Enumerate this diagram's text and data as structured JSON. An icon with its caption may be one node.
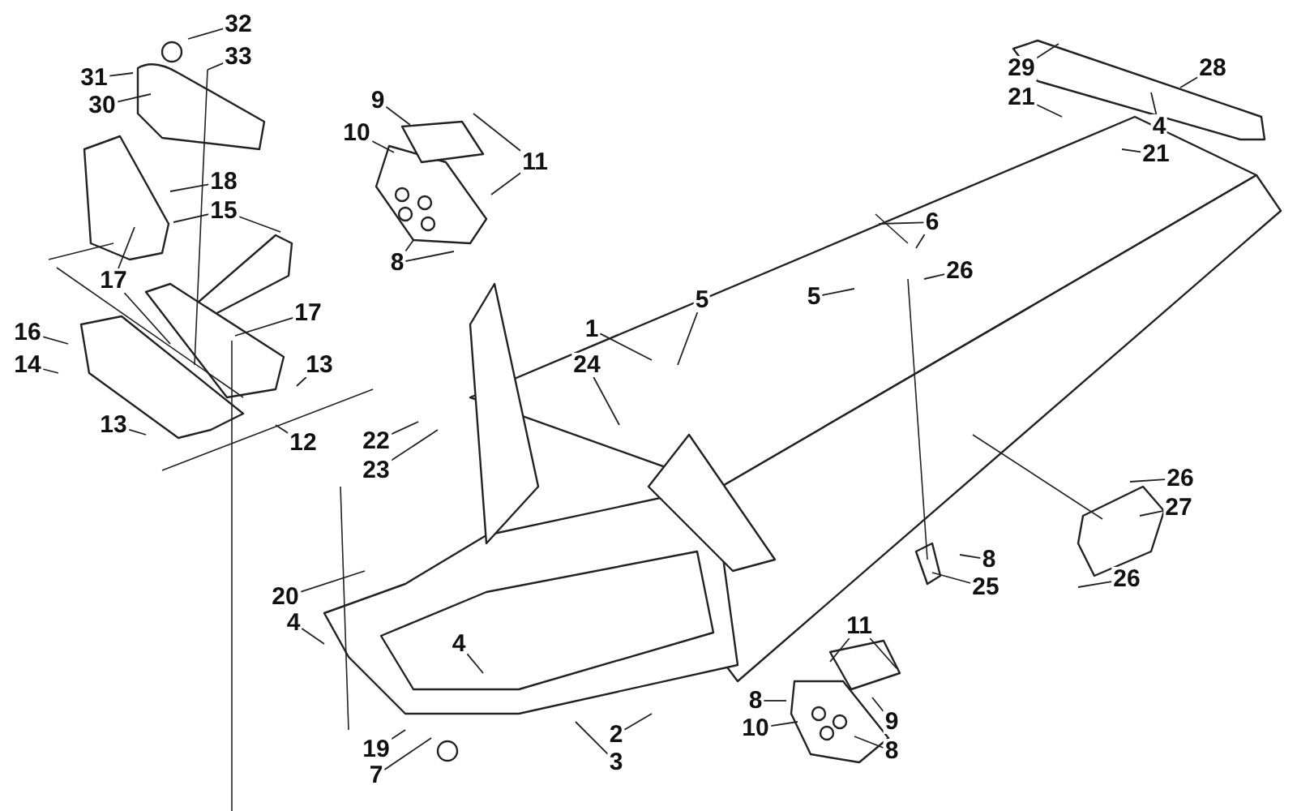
{
  "diagram": {
    "nodes": [
      {
        "text": [
          "29"
        ]
      },
      {
        "text": [
          "9"
        ]
      },
      {
        "text": [
          "28"
        ]
      },
      {
        "text": [
          "32"
        ]
      },
      {
        "text": [
          "31"
        ]
      },
      {
        "text": [
          "21"
        ]
      },
      {
        "text": [
          "33"
        ]
      },
      {
        "text": [
          "30"
        ]
      },
      {
        "text": [
          "10"
        ]
      },
      {
        "text": [
          "4"
        ]
      },
      {
        "text": [
          "21"
        ]
      },
      {
        "text": [
          "11"
        ]
      },
      {
        "text": [
          "18"
        ]
      },
      {
        "text": [
          "15"
        ]
      },
      {
        "text": [
          "6"
        ]
      },
      {
        "text": [
          "8"
        ]
      },
      {
        "text": [
          "26"
        ]
      },
      {
        "text": [
          "17"
        ]
      },
      {
        "text": [
          "5"
        ]
      },
      {
        "text": [
          "5"
        ]
      },
      {
        "text": [
          "17"
        ]
      },
      {
        "text": [
          "1"
        ]
      },
      {
        "text": [
          "16"
        ]
      },
      {
        "text": [
          "14"
        ]
      },
      {
        "text": [
          "13"
        ]
      },
      {
        "text": [
          "24"
        ]
      },
      {
        "text": [
          "13"
        ]
      },
      {
        "text": [
          "12"
        ]
      },
      {
        "text": [
          "22"
        ]
      },
      {
        "text": [
          "23"
        ]
      },
      {
        "text": [
          "26"
        ]
      },
      {
        "text": [
          "27"
        ]
      },
      {
        "text": [
          "8"
        ]
      },
      {
        "text": [
          "26"
        ]
      },
      {
        "text": [
          "25"
        ]
      },
      {
        "text": [
          "20"
        ]
      },
      {
        "text": [
          "4"
        ]
      },
      {
        "text": [
          "11"
        ]
      },
      {
        "text": [
          "4"
        ]
      },
      {
        "text": [
          "8"
        ]
      },
      {
        "text": [
          "9"
        ]
      },
      {
        "text": [
          "10"
        ]
      },
      {
        "text": [
          "2"
        ]
      },
      {
        "text": [
          "19"
        ]
      },
      {
        "text": [
          "8"
        ]
      },
      {
        "text": [
          "3"
        ]
      },
      {
        "text": [
          "7"
        ]
      }
    ],
    "edges": [
      {
        "from": 0,
        "to": null,
        "arrow": "none"
      },
      {
        "from": 1,
        "to": null,
        "arrow": "none"
      },
      {
        "from": 2,
        "to": null,
        "arrow": "none"
      },
      {
        "from": 3,
        "to": null,
        "arrow": "none"
      },
      {
        "from": 4,
        "to": null,
        "arrow": "none"
      },
      {
        "from": 5,
        "to": null,
        "arrow": "none"
      },
      {
        "from": 6,
        "to": null,
        "arrow": "none"
      },
      {
        "from": 7,
        "to": null,
        "arrow": "none"
      },
      {
        "from": 8,
        "to": null,
        "arrow": "none"
      },
      {
        "from": 9,
        "to": null,
        "arrow": "none"
      },
      {
        "from": 10,
        "to": null,
        "arrow": "none"
      },
      {
        "from": 11,
        "to": null,
        "arrow": "none"
      },
      {
        "from": 11,
        "to": null,
        "arrow": "none"
      },
      {
        "from": 12,
        "to": null,
        "arrow": "none"
      },
      {
        "from": 13,
        "to": null,
        "arrow": "none"
      },
      {
        "from": 13,
        "to": null,
        "arrow": "none"
      },
      {
        "from": 14,
        "to": null,
        "arrow": "none"
      },
      {
        "from": 14,
        "to": null,
        "arrow": "none"
      },
      {
        "from": 15,
        "to": null,
        "arrow": "none"
      },
      {
        "from": 15,
        "to": null,
        "arrow": "none"
      },
      {
        "from": 16,
        "to": null,
        "arrow": "none"
      },
      {
        "from": 17,
        "to": null,
        "arrow": "none"
      },
      {
        "from": 17,
        "to": null,
        "arrow": "none"
      },
      {
        "from": 18,
        "to": null,
        "arrow": "none"
      },
      {
        "from": 19,
        "to": null,
        "arrow": "none"
      },
      {
        "from": 20,
        "to": null,
        "arrow": "none"
      },
      {
        "from": 21,
        "to": null,
        "arrow": "none"
      },
      {
        "from": 22,
        "to": null,
        "arrow": "none"
      },
      {
        "from": 23,
        "to": null,
        "arrow": "none"
      },
      {
        "from": 24,
        "to": null,
        "arrow": "none"
      },
      {
        "from": 25,
        "to": null,
        "arrow": "none"
      },
      {
        "from": 26,
        "to": null,
        "arrow": "none"
      },
      {
        "from": 27,
        "to": null,
        "arrow": "none"
      },
      {
        "from": 28,
        "to": null,
        "arrow": "none"
      },
      {
        "from": 29,
        "to": null,
        "arrow": "none"
      },
      {
        "from": 30,
        "to": null,
        "arrow": "none"
      },
      {
        "from": 31,
        "to": null,
        "arrow": "none"
      },
      {
        "from": 32,
        "to": null,
        "arrow": "none"
      },
      {
        "from": 33,
        "to": null,
        "arrow": "none"
      },
      {
        "from": 34,
        "to": null,
        "arrow": "none"
      },
      {
        "from": 35,
        "to": null,
        "arrow": "none"
      },
      {
        "from": 36,
        "to": null,
        "arrow": "none"
      },
      {
        "from": 37,
        "to": null,
        "arrow": "none"
      },
      {
        "from": 37,
        "to": null,
        "arrow": "none"
      },
      {
        "from": 38,
        "to": null,
        "arrow": "none"
      },
      {
        "from": 39,
        "to": null,
        "arrow": "none"
      },
      {
        "from": 40,
        "to": null,
        "arrow": "none"
      },
      {
        "from": 41,
        "to": null,
        "arrow": "none"
      },
      {
        "from": 42,
        "to": null,
        "arrow": "none"
      },
      {
        "from": 43,
        "to": null,
        "arrow": "none"
      },
      {
        "from": 44,
        "to": null,
        "arrow": "none"
      },
      {
        "from": 45,
        "to": null,
        "arrow": "none"
      },
      {
        "from": 46,
        "to": null,
        "arrow": "none"
      }
    ]
  }
}
